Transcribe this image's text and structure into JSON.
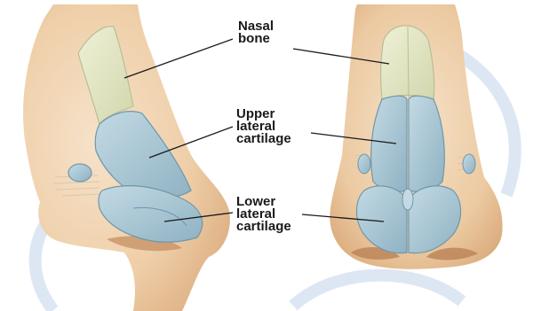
{
  "labels": {
    "nasal_bone": [
      "Nasal",
      "bone"
    ],
    "upper_lateral_cartilage": [
      "Upper",
      "lateral",
      "cartilage"
    ],
    "lower_lateral_cartilage": [
      "Lower",
      "lateral",
      "cartilage"
    ]
  },
  "colors": {
    "background": "#ffffff",
    "watermark": "#dde7f4",
    "skin_light": "#f3dcc0",
    "skin_mid": "#e8c39c",
    "skin_dark": "#d2a071",
    "bone": "#e4e8c4",
    "bone_edge": "#b9be95",
    "cartilage": "#a9c6d3",
    "cartilage_edge": "#6f97aa",
    "leader_line": "#1a1a1a"
  }
}
